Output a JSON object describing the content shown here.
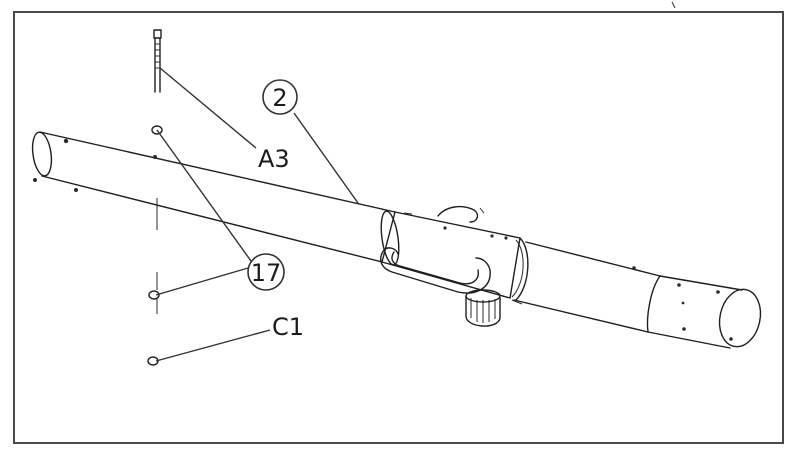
{
  "diagram": {
    "callouts": {
      "c2": "2",
      "a3": "A3",
      "c17": "17",
      "c1": "C1"
    }
  }
}
